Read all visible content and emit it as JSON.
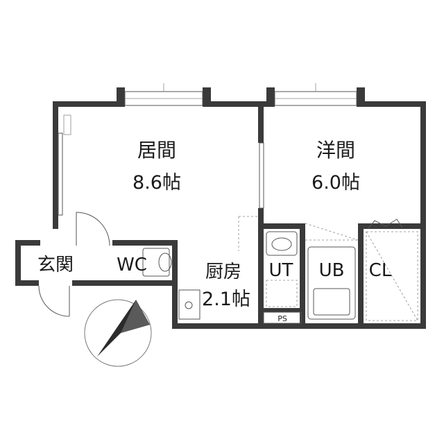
{
  "rooms": {
    "living": {
      "name": "居間",
      "area": "8.6帖"
    },
    "western": {
      "name": "洋間",
      "area": "6.0帖"
    },
    "entrance": {
      "name": "玄関"
    },
    "wc": {
      "name": "WC"
    },
    "kitchen": {
      "name": "厨房",
      "area": "2.1帖"
    },
    "utility": {
      "name": "UT"
    },
    "bath": {
      "name": "UB"
    },
    "closet": {
      "name": "CL"
    },
    "pipe_space": {
      "name": "PS"
    }
  },
  "north_arrow": {
    "icon": "north-arrow-icon"
  },
  "colors": {
    "wall": "#3a3a3a",
    "line": "#555555",
    "arrow": "#2b2b2b"
  }
}
